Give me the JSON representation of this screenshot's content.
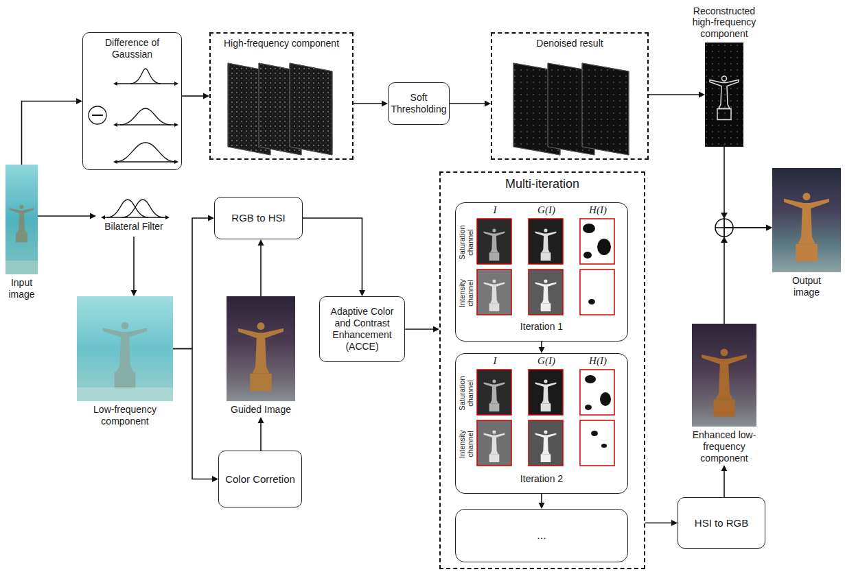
{
  "diagram": {
    "nodes": [
      {
        "text": [
          "Difference of Gaussian"
        ]
      },
      {
        "text": [
          "High-frequency component"
        ]
      },
      {
        "text": [
          "Soft Thresholding"
        ]
      },
      {
        "text": [
          "Denoised result"
        ]
      },
      {
        "text": [
          "Reconstructed high-frequency component"
        ]
      },
      {
        "text": [
          "Input image"
        ]
      },
      {
        "text": [
          "Bilateral Filter"
        ]
      },
      {
        "text": [
          "Low-frequency component"
        ]
      },
      {
        "text": [
          "RGB to HSI"
        ]
      },
      {
        "text": [
          "Guided Image"
        ]
      },
      {
        "text": [
          "Color Corretion"
        ]
      },
      {
        "text": [
          "Adaptive Color and Contrast Enhancement (ACCE)"
        ]
      },
      {
        "text": [
          "Multi-iteration"
        ]
      },
      {
        "text": [
          "I",
          "G(I)",
          "H(I)",
          "Saturation channel",
          "Intensity channel",
          "Iteration 1"
        ],
        "in": 12
      },
      {
        "text": [
          "I",
          "G(I)",
          "H(I)",
          "Saturation channel",
          "Intensity channel",
          "Iteration 2"
        ],
        "in": 12
      },
      {
        "text": [
          "..."
        ],
        "in": 12
      },
      {
        "text": [
          "HSI to RGB"
        ]
      },
      {
        "text": [
          "Enhanced low-frequency component"
        ]
      },
      {
        "text": [
          "Output image"
        ]
      }
    ],
    "edges": [
      {
        "from": 5,
        "to": 0,
        "arrow": "to"
      },
      {
        "from": 0,
        "to": 1,
        "arrow": "to"
      },
      {
        "from": 1,
        "to": 2,
        "arrow": "to"
      },
      {
        "from": 2,
        "to": 3,
        "arrow": "to"
      },
      {
        "from": 3,
        "to": 4,
        "arrow": "to"
      },
      {
        "from": 5,
        "to": 6,
        "arrow": "to"
      },
      {
        "from": 6,
        "to": 7,
        "arrow": "to"
      },
      {
        "from": 7,
        "to": 8,
        "arrow": "to"
      },
      {
        "from": 7,
        "to": 10,
        "arrow": "to"
      },
      {
        "from": 10,
        "to": 9,
        "arrow": "to"
      },
      {
        "from": 9,
        "to": 8,
        "arrow": "to"
      },
      {
        "from": 8,
        "to": 11,
        "arrow": "to"
      },
      {
        "from": 11,
        "to": 12,
        "arrow": "to"
      },
      {
        "from": 13,
        "to": 14,
        "arrow": "to"
      },
      {
        "from": 14,
        "to": 15,
        "arrow": "to"
      },
      {
        "from": 12,
        "to": 16,
        "arrow": "to"
      },
      {
        "from": 16,
        "to": 17,
        "arrow": "to"
      },
      {
        "from": 4,
        "to": 18,
        "arrow": "to"
      },
      {
        "from": 17,
        "to": 18,
        "arrow": "to"
      }
    ]
  }
}
